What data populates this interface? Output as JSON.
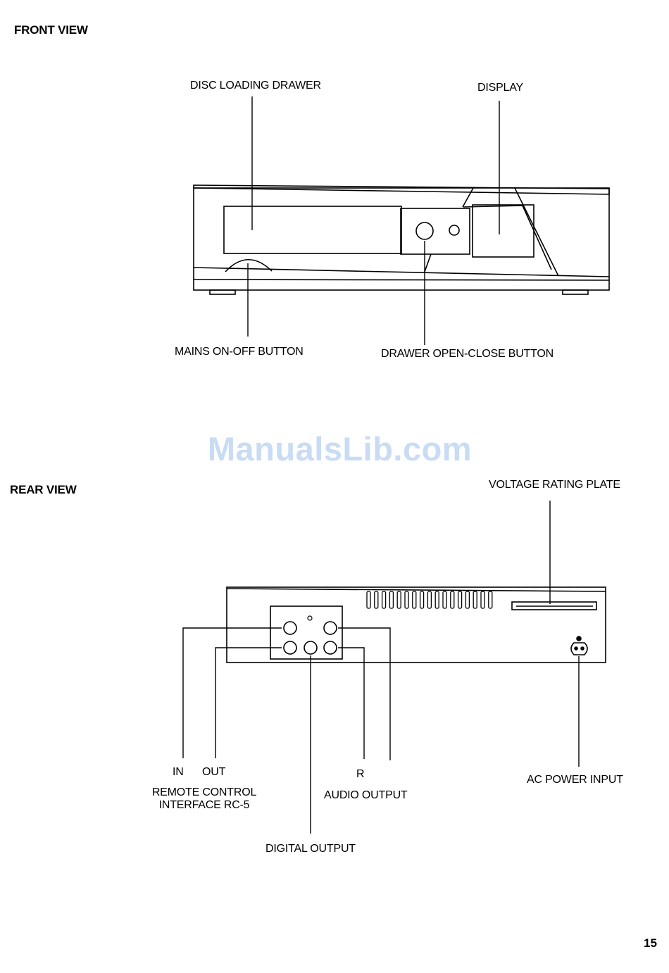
{
  "front_view": {
    "heading": "FRONT VIEW",
    "labels": {
      "disc_loading_drawer": "DISC LOADING DRAWER",
      "display": "DISPLAY",
      "mains_button": "MAINS ON-OFF BUTTON",
      "drawer_button": "DRAWER OPEN-CLOSE BUTTON"
    }
  },
  "rear_view": {
    "heading": "REAR VIEW",
    "labels": {
      "voltage_plate": "VOLTAGE RATING PLATE",
      "in": "IN",
      "out": "OUT",
      "remote_line1": "REMOTE CONTROL",
      "remote_line2": "INTERFACE RC-5",
      "r": "R",
      "audio_output": "AUDIO OUTPUT",
      "ac_power": "AC POWER INPUT",
      "digital_output": "DIGITAL OUTPUT"
    }
  },
  "watermark": "ManualsLib.com",
  "page_number": "15"
}
